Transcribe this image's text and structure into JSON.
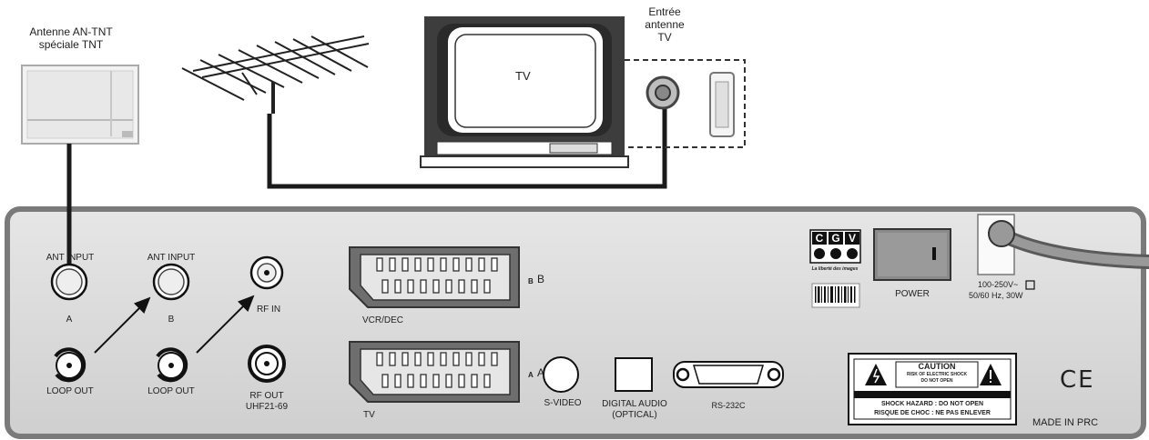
{
  "antenna_tnt": {
    "line1": "Antenne AN-TNT",
    "line2": "spéciale TNT"
  },
  "tv": {
    "label": "TV",
    "input_line1": "Entrée",
    "input_line2": "antenne",
    "input_line3": "TV"
  },
  "panel": {
    "ant_input_a": "ANT INPUT",
    "a_label": "A",
    "ant_input_b": "ANT  INPUT",
    "b_label": "B",
    "loop_out_1": "LOOP  OUT",
    "loop_out_2": "LOOP  OUT",
    "rf_in": "RF  IN",
    "rf_out_line1": "RF  OUT",
    "rf_out_line2": "UHF21-69",
    "scart_vcr_label": "VCR/DEC",
    "scart_vcr_tag_small": "B",
    "scart_vcr_tag": "B",
    "scart_tv_label": "TV",
    "scart_tv_tag_small": "A",
    "scart_tv_tag": "A",
    "svideo": "S-VIDEO",
    "digital_audio_line1": "DIGITAL  AUDIO",
    "digital_audio_line2": "(OPTICAL)",
    "rs232c": "RS-232C",
    "logo_letters": [
      "C",
      "G",
      "V"
    ],
    "logo_tagline": "La liberté des images",
    "power": "POWER",
    "power_rating_line1": "100-250V~",
    "power_rating_line2": "50/60 Hz, 30W",
    "caution_title": "CAUTION",
    "caution_sub1": "RISK OF ELECTRIC SHOCK",
    "caution_sub2": "DO NOT OPEN",
    "shock_line1": "SHOCK HAZARD : DO NOT OPEN",
    "shock_line2": "RISQUE DE CHOC : NE PAS ENLEVER",
    "ce_mark": "CE",
    "made_in": "MADE IN PRC"
  },
  "colors": {
    "panel": "#d9d9d9",
    "panel_edge": "#7a7a7a",
    "cable": "#1a1a1a"
  }
}
